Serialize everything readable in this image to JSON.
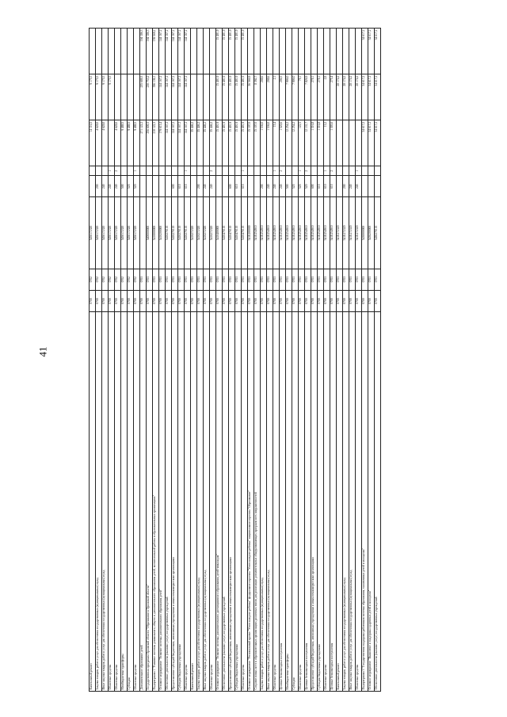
{
  "page_number": "41",
  "rows": [
    [
      "Капитальный ремонт",
      "0700",
      "0702",
      "5450172320",
      "",
      "",
      "14 116,5",
      "9 175,5",
      ""
    ],
    [
      "Закупка товаров, работ и услуг для обеспечения государственных (муниципальных) нужд",
      "0700",
      "0702",
      "5450172320",
      "200",
      "",
      "4 628,0",
      "9 175,5",
      ""
    ],
    [
      "Иные закупки товаров, работ и услуг для обеспечения государственных (муниципальных) нужд",
      "0700",
      "0702",
      "5450172320",
      "240",
      "",
      "4 628,0",
      "9 175,5",
      ""
    ],
    [
      "Областные средства",
      "0700",
      "0702",
      "5450172320",
      "240",
      "1",
      "",
      "9 175,5",
      ""
    ],
    [
      "Областные средства",
      "0700",
      "0702",
      "5450172320",
      "240",
      "2",
      "4 628,0",
      "",
      ""
    ],
    [
      "Межбюджетные трансферты",
      "0700",
      "0702",
      "5450172320",
      "500",
      "",
      "9 488,5",
      "",
      ""
    ],
    [
      "Субсидии",
      "0700",
      "0702",
      "5450172320",
      "520",
      "",
      "9 488,5",
      "",
      ""
    ],
    [
      "Областные средства",
      "0700",
      "0702",
      "5450172320",
      "520",
      "1",
      "9 488,5",
      "",
      ""
    ],
    [
      "Дополнительное образование детей",
      "0700",
      "0703",
      "",
      "",
      "",
      "271 122,2",
      "235 680,3",
      "194 186,3"
    ],
    [
      "Государственная программа Орловской области \"Образование в Орловской области\"",
      "0700",
      "0703",
      "5400000000",
      "",
      "",
      "256 600,3",
      "230 753,2",
      "194 186,3"
    ],
    [
      "Подпрограмма 1 \"Развитие системы дошкольного, общего и дополнительного образования детей, воспитательной работы в образовательных организациях\"",
      "0700",
      "0703",
      "5410000000",
      "",
      "",
      "210 122,3",
      "196 136,1",
      "159 569,2"
    ],
    [
      "Основное мероприятие \"Развитие системы дополнительного образования детей\"",
      "0700",
      "0703",
      "5410200000",
      "",
      "",
      "179 613,4",
      "144 167,2",
      "144 167,2"
    ],
    [
      "Обеспечение деятельности (оказание услуг) государственных учреждений",
      "0700",
      "0703",
      "5410270110",
      "",
      "",
      "144 167,2",
      "144 167,2",
      "144 167,2"
    ],
    [
      "Предоставление субсидий бюджетным, автономным учреждениям и иным некоммерческим организациям",
      "0700",
      "0703",
      "5410270110",
      "600",
      "",
      "144 167,2",
      "144 167,2",
      "144 167,2"
    ],
    [
      "Субсидии бюджетным учреждениям",
      "0700",
      "0703",
      "5410270110",
      "610",
      "",
      "144 167,2",
      "144 167,2",
      "144 167,2"
    ],
    [
      "Областные средства",
      "0700",
      "0703",
      "5410270110",
      "610",
      "1",
      "144 167,2",
      "144 167,2",
      "144 167,2"
    ],
    [
      "Капитальный ремонт",
      "0700",
      "0703",
      "5410272320",
      "",
      "",
      "35 446,2",
      "",
      ""
    ],
    [
      "Закупка товаров, работ и услуг для обеспечения государственных (муниципальных) нужд",
      "0700",
      "0703",
      "5410272320",
      "200",
      "",
      "35 446,2",
      "",
      ""
    ],
    [
      "Иные закупки товаров, работ и услуг для обеспечения государственных (муниципальных) нужд",
      "0700",
      "0703",
      "5410272320",
      "240",
      "",
      "35 446,2",
      "",
      ""
    ],
    [
      "Областные средства",
      "0700",
      "0703",
      "5410272320",
      "240",
      "2",
      "35 446,2",
      "",
      ""
    ],
    [
      "Основное мероприятие \"Развитие системы дополнительного дистанционного образования детей-инвалидов\"",
      "0700",
      "0703",
      "5410400000",
      "",
      "",
      "15 401,9",
      "15 401,9",
      "15 401,9"
    ],
    [
      "Обеспечение деятельности (оказание услуг) государственных учреждений",
      "0700",
      "0703",
      "5410470110",
      "",
      "",
      "15 401,9",
      "15 401,9",
      "15 401,9"
    ],
    [
      "Предоставление субсидий бюджетным, автономным учреждениям и иным некоммерческим организациям",
      "0700",
      "0703",
      "5410470110",
      "600",
      "",
      "15 401,9",
      "15 401,9",
      "15 401,9"
    ],
    [
      "Субсидии бюджетным учреждениям",
      "0700",
      "0703",
      "5410470110",
      "610",
      "",
      "15 401,9",
      "15 401,9",
      "15 401,9"
    ],
    [
      "Областные средства",
      "0700",
      "0703",
      "5410470110",
      "610",
      "1",
      "15 401,9",
      "15 401,9",
      "15 401,9"
    ],
    [
      "Основное мероприятие \"Региональный проект \"Успех каждого ребенка\" федерального проекта \"Успех каждого ребенка\" национального проекта \"Образование\"",
      "0700",
      "0703",
      "541E200000",
      "",
      "",
      "15 107,0",
      "36 566,9",
      ""
    ],
    [
      "Создание новых мест в образовательных организациях различных типов для реализации дополнительных общеразвивающих программ всех направленностей",
      "0700",
      "0703",
      "541E254910",
      "",
      "",
      "15 107,0",
      "8 392,7",
      ""
    ],
    [
      "Закупка товаров, работ и услуг для обеспечения государственных (муниципальных) нужд",
      "0700",
      "0703",
      "541E254910",
      "200",
      "",
      "1 536,0",
      "208,6",
      ""
    ],
    [
      "Иные закупки товаров, работ и услуг для обеспечения государственных (муниципальных) нужд",
      "0700",
      "0703",
      "541E254910",
      "240",
      "",
      "1 536,0",
      "208,6",
      ""
    ],
    [
      "Областные средства",
      "0700",
      "0703",
      "541E254910",
      "240",
      "1",
      "15,4",
      "2,1",
      ""
    ],
    [
      "Целевые безвозмездные поступления",
      "0700",
      "0703",
      "541E254910",
      "240",
      "2",
      "1 520,6",
      "206,5",
      ""
    ],
    [
      "Межбюджетные трансферты",
      "0700",
      "0703",
      "541E254910",
      "500",
      "",
      "12 254,2",
      "7 906,0",
      ""
    ],
    [
      "Субсидии",
      "0700",
      "0703",
      "541E254910",
      "520",
      "",
      "12 254,2",
      "7 906,0",
      ""
    ],
    [
      "Областные средства",
      "0700",
      "0703",
      "541E254910",
      "520",
      "1",
      "122,5",
      "79,1",
      ""
    ],
    [
      "Целевые безвозмездные поступления",
      "0700",
      "0703",
      "541E254910",
      "520",
      "2",
      "12 131,7",
      "7 826,9",
      ""
    ],
    [
      "Предоставление субсидий бюджетным, автономным учреждениям и иным некоммерческим организациям",
      "0700",
      "0703",
      "541E254910",
      "600",
      "",
      "1 316,8",
      "278,1",
      ""
    ],
    [
      "Субсидии бюджетным учреждениям",
      "0700",
      "0703",
      "541E254910",
      "610",
      "",
      "1 316,8",
      "278,1",
      ""
    ],
    [
      "Областные средства",
      "0700",
      "0703",
      "541E254910",
      "610",
      "1",
      "13,2",
      "2,8",
      ""
    ],
    [
      "Целевые безвозмездные поступления",
      "0700",
      "0703",
      "541E254910",
      "610",
      "2",
      "1 303,6",
      "275,4",
      ""
    ],
    [
      "Капитальный ремонт",
      "0700",
      "0703",
      "541E272320",
      "",
      "",
      "",
      "28 174,2",
      ""
    ],
    [
      "Закупка товаров, работ и услуг для обеспечения государственных (муниципальных) нужд",
      "0700",
      "0703",
      "541E272320",
      "200",
      "",
      "",
      "28 174,2",
      ""
    ],
    [
      "Иные закупки товаров, работ и услуг для обеспечения государственных (муниципальных) нужд",
      "0700",
      "0703",
      "541E272320",
      "240",
      "",
      "",
      "28 174,2",
      ""
    ],
    [
      "Областные средства",
      "0700",
      "0703",
      "541E272320",
      "240",
      "1",
      "",
      "28 174,2",
      ""
    ],
    [
      "Подпрограмма 3 \"Государственная поддержка работников системы образования, талантливых детей и молодежи\"",
      "0700",
      "0703",
      "5430000000",
      "",
      "",
      "34 617,2",
      "34 617,2",
      "34 617,2"
    ],
    [
      "Основное мероприятие \"Выявление и поддержка одаренных детей и молодежи\"",
      "0700",
      "0703",
      "5430200000",
      "",
      "",
      "34 617,2",
      "34 617,2",
      "34 617,2"
    ],
    [
      "Обеспечение деятельности (оказание услуг) государственных учреждений",
      "0700",
      "0703",
      "5430270110",
      "",
      "",
      "34 617,2",
      "34 617,2",
      "34 617,2"
    ]
  ]
}
